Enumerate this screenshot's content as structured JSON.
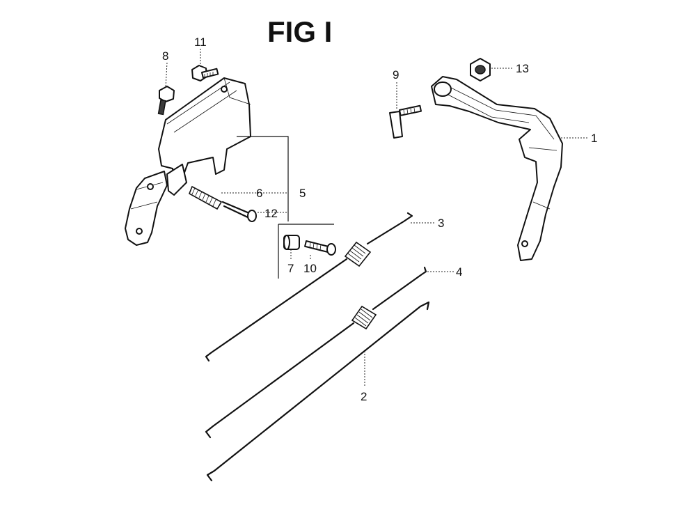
{
  "figure": {
    "title": "FIG I"
  },
  "callouts": {
    "n1": "1",
    "n2": "2",
    "n3": "3",
    "n4": "4",
    "n5": "5",
    "n6": "6",
    "n7": "7",
    "n8": "8",
    "n9": "9",
    "n10": "10",
    "n11": "11",
    "n12": "12",
    "n13": "13"
  }
}
